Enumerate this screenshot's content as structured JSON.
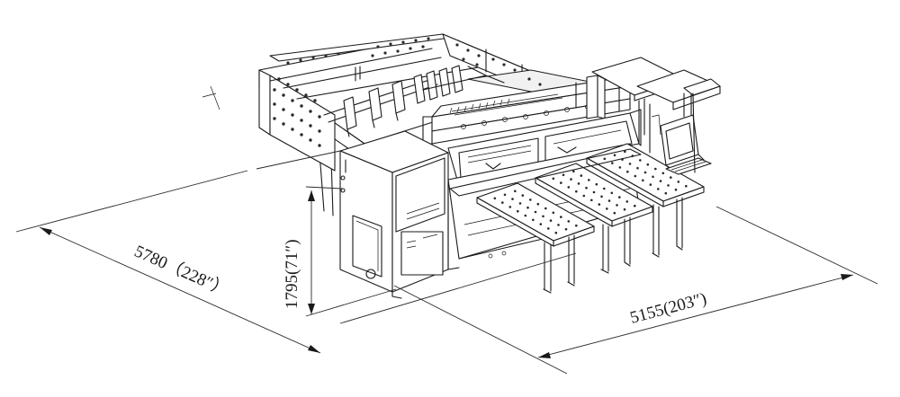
{
  "drawing": {
    "type": "isometric line drawing of a panel saw machine with overall dimensions",
    "line_color": "#1a1a1a",
    "background": "#ffffff"
  },
  "dimensions": {
    "length": "5780（228″）",
    "height": "1795(71″)",
    "width": "5155(203″)"
  }
}
